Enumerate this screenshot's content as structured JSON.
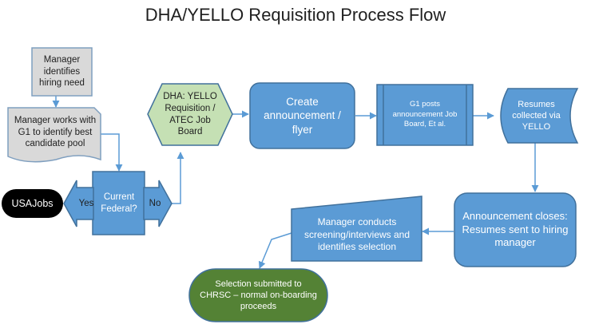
{
  "title": "DHA/YELLO Requisition Process Flow",
  "nodes": {
    "identify_need": "Manager identifies hiring need",
    "work_with_g1": "Manager works with G1 to identify best candidate pool",
    "current_federal": "Current Federal?",
    "usajobs": "USAJobs",
    "yes": "Yes",
    "no": "No",
    "dha_yello": "DHA: YELLO Requisition / ATEC Job Board",
    "create_announcement": "Create announcement / flyer",
    "g1_posts": "G1 posts announcement Job Board, Et al.",
    "resumes_collected": "Resumes collected via YELLO",
    "announcement_closes": "Announcement closes: Resumes sent to hiring manager",
    "screening": "Manager conducts screening/interviews and identifies selection",
    "selection_submitted": "Selection submitted to CHRSC – normal on-boarding proceeds"
  },
  "colors": {
    "blue": "#5b9bd5",
    "blue_border": "#41719c",
    "gray": "#d9d9d9",
    "gray_border": "#7f9fbf",
    "green_light": "#c5e0b4",
    "green_dark": "#548235",
    "black": "#000000",
    "arrow": "#5b9bd5"
  }
}
